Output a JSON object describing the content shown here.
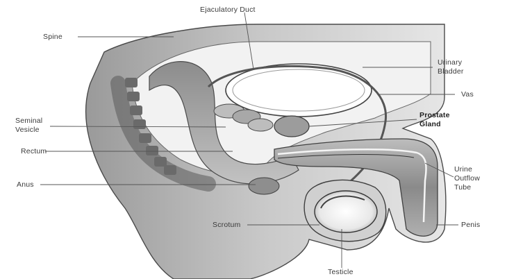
{
  "labels": {
    "ejaculatory_duct": "Ejaculatory Duct",
    "spine": "Spine",
    "seminal_vesicle": [
      "Seminal",
      "Vesicle"
    ],
    "rectum": "Rectum",
    "anus": "Anus",
    "scrotum": "Scrotum",
    "testicle": "Testicle",
    "urinary_bladder": [
      "Urinary",
      "Bladder"
    ],
    "vas": "Vas",
    "prostate_gland": [
      "Prostate",
      "Gland"
    ],
    "urine_outflow_tube": [
      "Urine",
      "Outflow",
      "Tube"
    ],
    "penis": "Penis"
  },
  "colors": {
    "ink": "#3a3a3a",
    "shade_dark": "#6e6e6e",
    "shade_mid": "#a9a9a9",
    "shade_light": "#d6d6d6",
    "paper": "#ffffff"
  }
}
